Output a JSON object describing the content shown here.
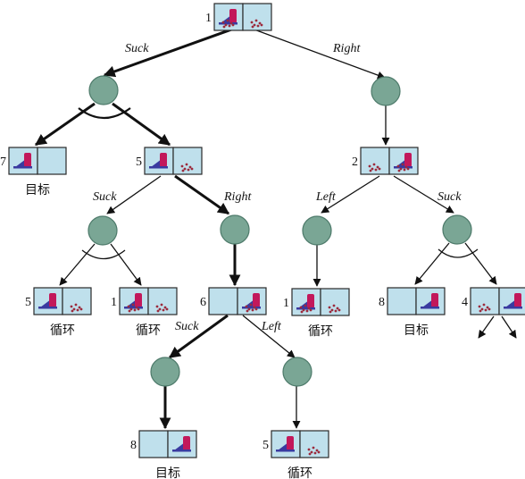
{
  "nodes": [
    {
      "number": "1",
      "label": "",
      "robot": "left",
      "dirt": [
        "left",
        "right"
      ]
    },
    {
      "number": "7",
      "label": "目标",
      "robot": "left",
      "dirt": []
    },
    {
      "number": "5",
      "label": "",
      "robot": "left",
      "dirt": [
        "right"
      ]
    },
    {
      "number": "2",
      "label": "",
      "robot": "right",
      "dirt": [
        "left",
        "right"
      ]
    },
    {
      "number": "5",
      "label": "循环",
      "robot": "left",
      "dirt": [
        "right"
      ]
    },
    {
      "number": "1",
      "label": "循环",
      "robot": "left",
      "dirt": [
        "left",
        "right"
      ]
    },
    {
      "number": "6",
      "label": "",
      "robot": "right",
      "dirt": [
        "right"
      ]
    },
    {
      "number": "1",
      "label": "循环",
      "robot": "left",
      "dirt": [
        "left",
        "right"
      ]
    },
    {
      "number": "8",
      "label": "目标",
      "robot": "right",
      "dirt": []
    },
    {
      "number": "4",
      "label": "",
      "robot": "right",
      "dirt": [
        "left"
      ]
    },
    {
      "number": "8",
      "label": "目标",
      "robot": "right",
      "dirt": []
    },
    {
      "number": "5",
      "label": "循环",
      "robot": "left",
      "dirt": [
        "right"
      ]
    }
  ],
  "actions": [
    "Suck",
    "Right",
    "Suck",
    "Right",
    "Left",
    "Suck",
    "Suck",
    "Left"
  ],
  "colors": {
    "cell": "#bfe0ec",
    "chance": "#7aa695",
    "robot": "#c2185b",
    "robot_base": "#3a3aa0",
    "dirt": "#9c2a3c"
  }
}
